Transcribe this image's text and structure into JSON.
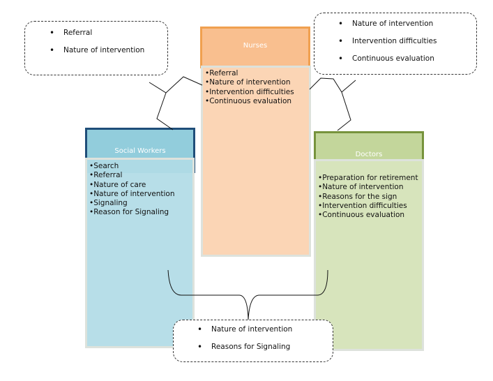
{
  "nurses": {
    "title": "Nurses",
    "items": [
      "Referral",
      "Nature of intervention",
      "Intervention difficulties",
      "Continuous evaluation"
    ]
  },
  "social_workers": {
    "title": "Social Workers",
    "items": [
      "Search",
      "Referral",
      "Nature of care",
      "Nature of intervention",
      "Signaling",
      "Reason for Signaling"
    ]
  },
  "doctors": {
    "title": "Doctors",
    "items": [
      "Preparation for retirement",
      "Nature of intervention",
      "Reasons for the sign",
      "Intervention difficulties",
      "Continuous evaluation"
    ]
  },
  "callout_left": [
    "Referral",
    "Nature of intervention"
  ],
  "callout_right": [
    "Nature of intervention",
    "Intervention difficulties",
    "Continuous evaluation"
  ],
  "callout_bottom": [
    "Nature of intervention",
    "Reasons for Signaling"
  ],
  "colors": {
    "nurses_header": "#f9bf8f",
    "nurses_body": "#fbd5b5",
    "sw_header": "#92cddc",
    "sw_body": "#b7dde8",
    "doc_header": "#c3d69b",
    "doc_body": "#d7e4bc"
  }
}
